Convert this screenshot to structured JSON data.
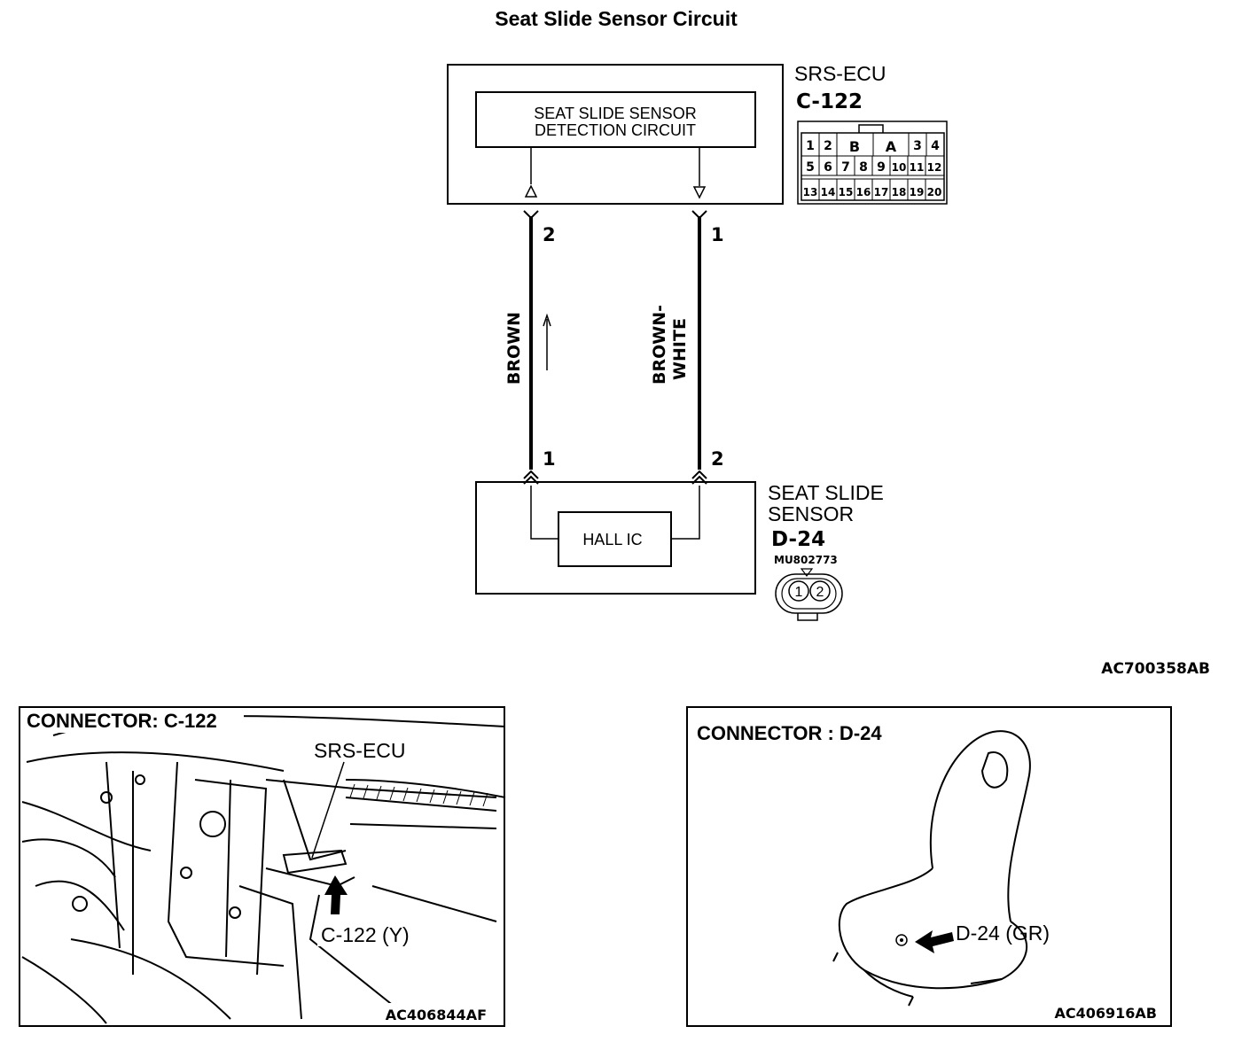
{
  "title": "Seat Slide Sensor Circuit",
  "ecu": {
    "name": "SRS-ECU",
    "connector": "C-122",
    "inner_label_line1": "SEAT SLIDE SENSOR",
    "inner_label_line2": "DETECTION CIRCUIT",
    "pins": [
      "1",
      "2",
      "B",
      "A",
      "3",
      "4",
      "5",
      "6",
      "7",
      "8",
      "9",
      "10",
      "11",
      "12",
      "13",
      "14",
      "15",
      "16",
      "17",
      "18",
      "19",
      "20"
    ]
  },
  "wires": {
    "left_top_pin": "2",
    "right_top_pin": "1",
    "left_bottom_pin": "1",
    "right_bottom_pin": "2",
    "left_color": "BROWN",
    "right_color_line1": "BROWN-",
    "right_color_line2": "WHITE"
  },
  "sensor": {
    "name_line1": "SEAT SLIDE",
    "name_line2": "SENSOR",
    "connector": "D-24",
    "part_number": "MU802773",
    "inner_label": "HALL IC",
    "pins": [
      "1",
      "2"
    ]
  },
  "diagram_code": "AC700358AB",
  "panel_left": {
    "title": "CONNECTOR: C-122",
    "callout_ecu": "SRS-ECU",
    "callout_connector": "C-122 (Y)",
    "code": "AC406844AF"
  },
  "panel_right": {
    "title": "CONNECTOR : D-24",
    "callout_connector": "D-24 (GR)",
    "code": "AC406916AB"
  }
}
